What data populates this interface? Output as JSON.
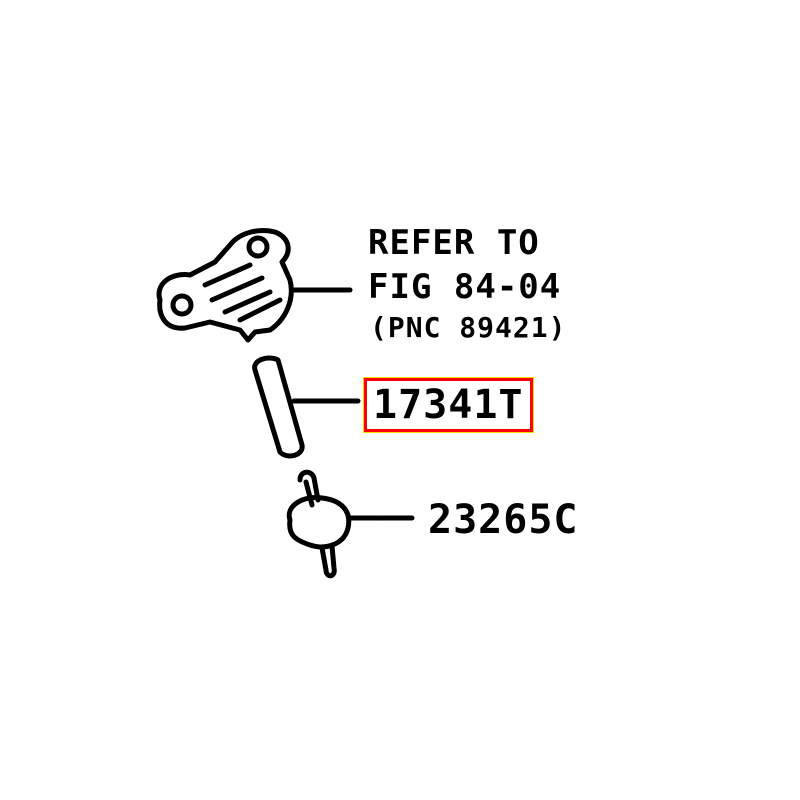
{
  "callouts": {
    "refer_line1": "REFER TO",
    "refer_line2": "FIG 84-04",
    "refer_line3": "(PNC 89421)",
    "highlighted_part": "17341T",
    "part_2": "23265C"
  },
  "colors": {
    "highlight_border": "#ff0000",
    "highlight_outline": "#ffd800",
    "line": "#000000"
  }
}
